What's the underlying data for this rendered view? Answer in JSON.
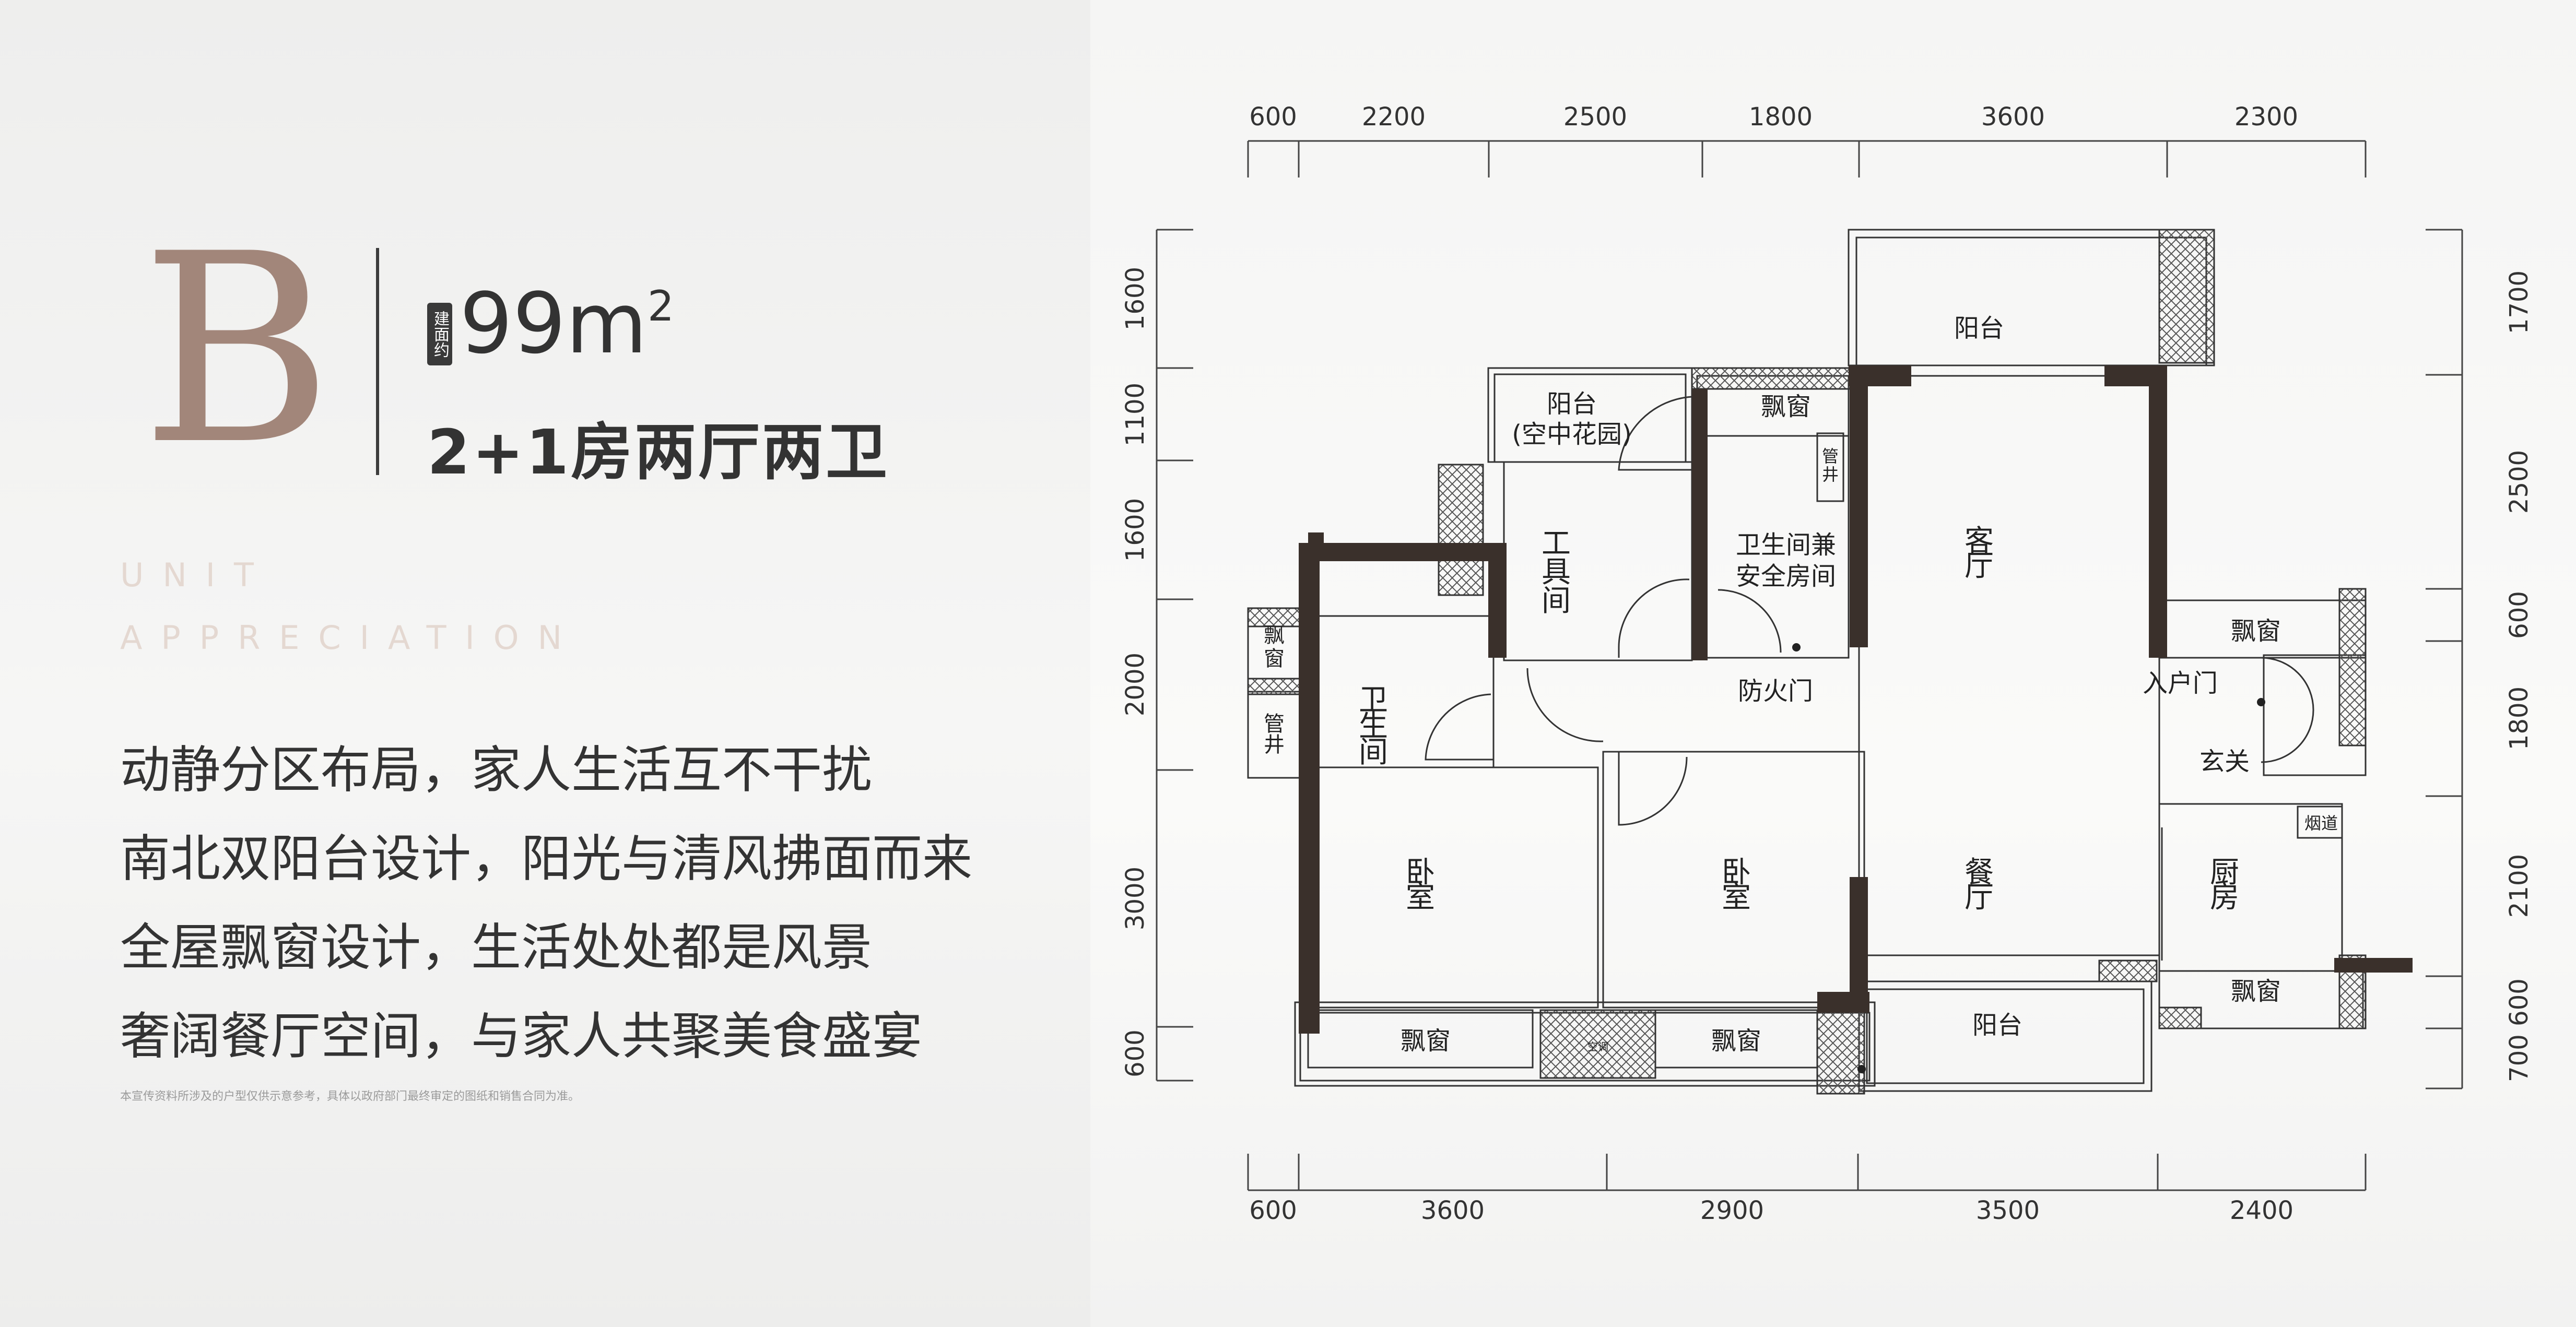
{
  "left": {
    "unit_letter": "B",
    "area_tag": "建面约",
    "area_value": "99m",
    "area_sup": "2",
    "layout": "2+1房两厅两卫",
    "en_line1": "UNIT",
    "en_line2": "APPRECIATION",
    "features": [
      "动静分区布局，家人生活互不干扰",
      "南北双阳台设计，阳光与清风拂面而来",
      "全屋飘窗设计，生活处处都是风景",
      "奢阔餐厅空间，与家人共聚美食盛宴"
    ],
    "disclaimer": "本宣传资料所涉及的户型仅供示意参考，具体以政府部门最终审定的图纸和销售合同为准。"
  },
  "plan": {
    "top_dims": [
      "600",
      "2200",
      "2500",
      "1800",
      "3600",
      "2300"
    ],
    "bottom_dims": [
      "600",
      "3600",
      "2900",
      "3500",
      "2400"
    ],
    "left_dims": [
      "1600",
      "1100",
      "1600",
      "2000",
      "3000",
      "600"
    ],
    "right_dims": [
      "1700",
      "2500",
      "600",
      "1800",
      "2100",
      "600",
      "700"
    ],
    "rooms": {
      "balcony_north": "阳台",
      "balcony_garden": "阳台",
      "balcony_garden_sub": "(空中花园)",
      "bay_top": "飘窗",
      "shaft_top": "管井",
      "tool_room": "工具间",
      "bath_safe_1": "卫生间兼",
      "bath_safe_2": "安全房间",
      "fire_door": "防火门",
      "living": "客厅",
      "bay_left": "飘窗",
      "shaft_left": "管井",
      "bath_left": "卫生间",
      "entry_door": "入户门",
      "bay_right": "飘窗",
      "foyer": "玄关",
      "flue": "烟道",
      "bedroom1": "卧室",
      "bedroom2": "卧室",
      "dining": "餐厅",
      "kitchen": "厨房",
      "bay_bottom1": "飘窗",
      "bay_bottom2": "飘窗",
      "balcony_south": "阳台",
      "bay_kitchen": "飘窗",
      "ac_label": "空调"
    }
  }
}
